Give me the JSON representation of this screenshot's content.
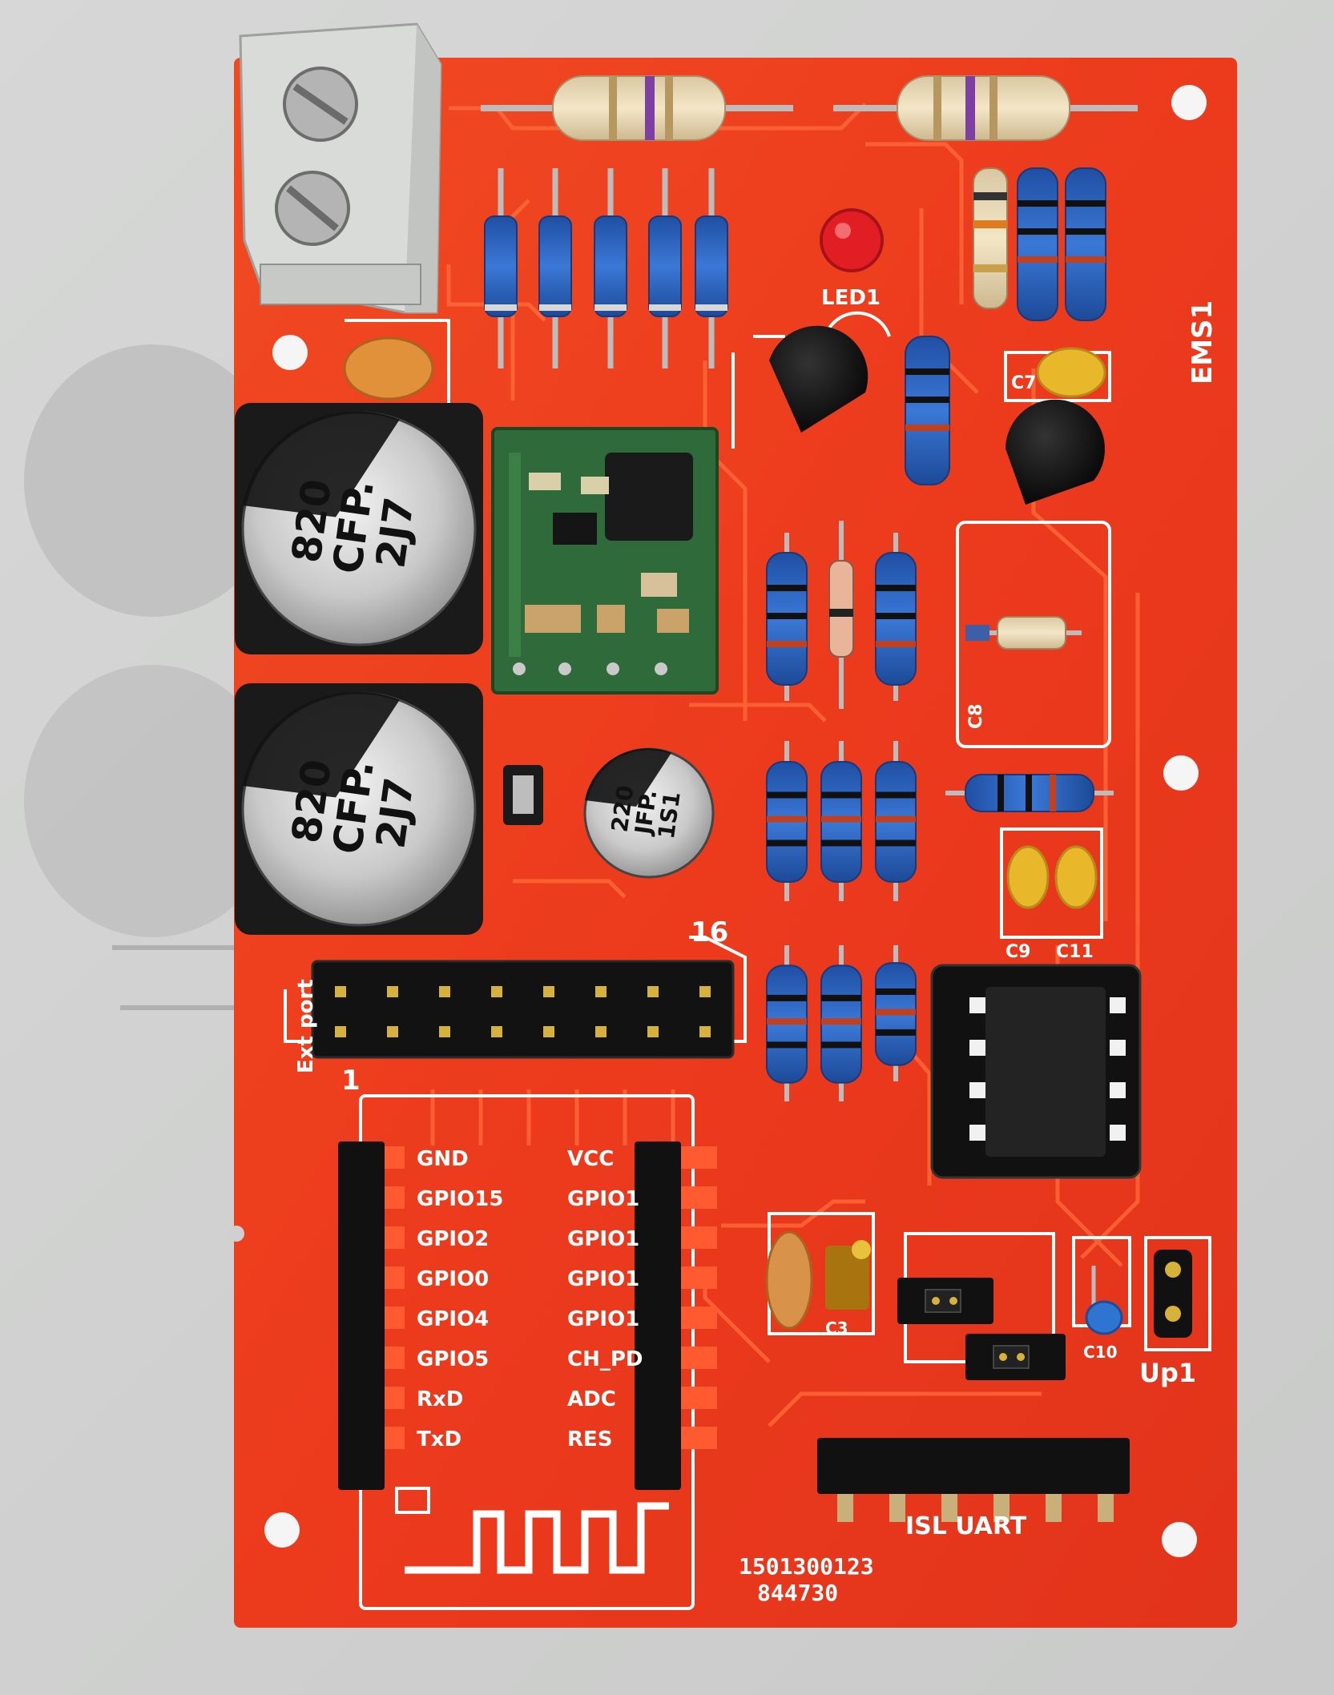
{
  "board": {
    "name": "EMS1",
    "serial_line1": "1501300123",
    "serial_line2": "844730",
    "led_label": "LED1",
    "cap_labels": [
      "C8",
      "C9",
      "C11",
      "C3",
      "C10"
    ],
    "trim_label": "C7",
    "header_pin_first": "1",
    "header_pin_last": "16",
    "header_name": "Ext port",
    "jumper_label": "Up1",
    "uart_label": "ISL UART"
  },
  "capacitors": [
    {
      "line1": "820",
      "line2": "CFP.",
      "line3": "2J7"
    },
    {
      "line1": "820",
      "line2": "CFP.",
      "line3": "2J7"
    },
    {
      "line1": "220",
      "line2": "JFP.",
      "line3": "1S1"
    }
  ],
  "esp_pins_left": [
    "GND",
    "GPIO15",
    "GPIO2",
    "GPIO0",
    "GPIO4",
    "GPIO5",
    "RxD",
    "TxD"
  ],
  "esp_pins_right": [
    "VCC",
    "GPIO1",
    "GPIO1",
    "GPIO1",
    "GPIO1",
    "CH_PD",
    "ADC",
    "RES"
  ],
  "colors": {
    "pcb": "#ee3c1e",
    "silkscreen": "#ffffff",
    "resistor_blue": "#2f66c0",
    "resistor_beige": "#e8d7b4"
  }
}
